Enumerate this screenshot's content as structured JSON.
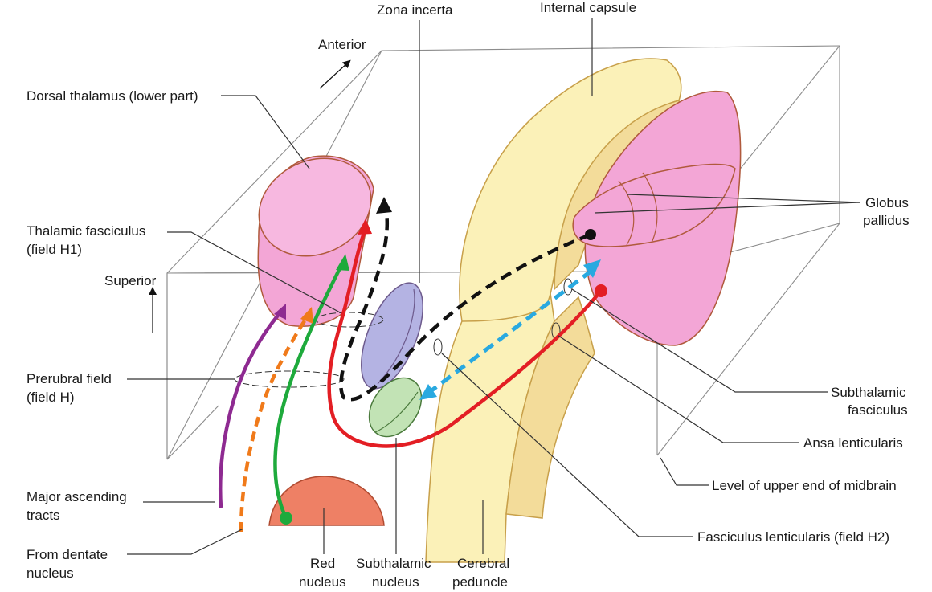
{
  "labels": {
    "anterior": "Anterior",
    "superior": "Superior",
    "zona_incerta": "Zona incerta",
    "internal_capsule": "Internal capsule",
    "dorsal_thalamus": "Dorsal thalamus (lower part)",
    "globus_pallidus_1": "Globus",
    "globus_pallidus_2": "pallidus",
    "thalamic_fasciculus_1": "Thalamic fasciculus",
    "thalamic_fasciculus_2": "(field H1)",
    "prerubral_field_1": "Prerubral field",
    "prerubral_field_2": "(field H)",
    "subthalamic_fasciculus_1": "Subthalamic",
    "subthalamic_fasciculus_2": "fasciculus",
    "ansa_lenticularis": "Ansa lenticularis",
    "level_midbrain": "Level of upper end of midbrain",
    "major_ascending_1": "Major ascending",
    "major_ascending_2": "tracts",
    "fasciculus_lenticularis": "Fasciculus lenticularis (field H2)",
    "dentate_1": "From dentate",
    "dentate_2": "nucleus",
    "red_nucleus_1": "Red",
    "red_nucleus_2": "nucleus",
    "subthalamic_nucleus_1": "Subthalamic",
    "subthalamic_nucleus_2": "nucleus",
    "cerebral_peduncle_1": "Cerebral",
    "cerebral_peduncle_2": "peduncle"
  },
  "colors": {
    "thalamus": "#f3a6d6",
    "globus_pallidus": "#f3a6d6",
    "internal_capsule": "#fbf1b8",
    "zona_incerta": "#b4b3e3",
    "subthalamic_nucleus": "#c2e3b5",
    "red_nucleus": "#ee8065",
    "tract_red": "#e31e24",
    "tract_black": "#111111",
    "tract_blue": "#29a9e0",
    "tract_green": "#1eaa3c",
    "tract_orange": "#f07a1a",
    "tract_purple": "#8e2a91",
    "outline": "#b05a3c"
  }
}
